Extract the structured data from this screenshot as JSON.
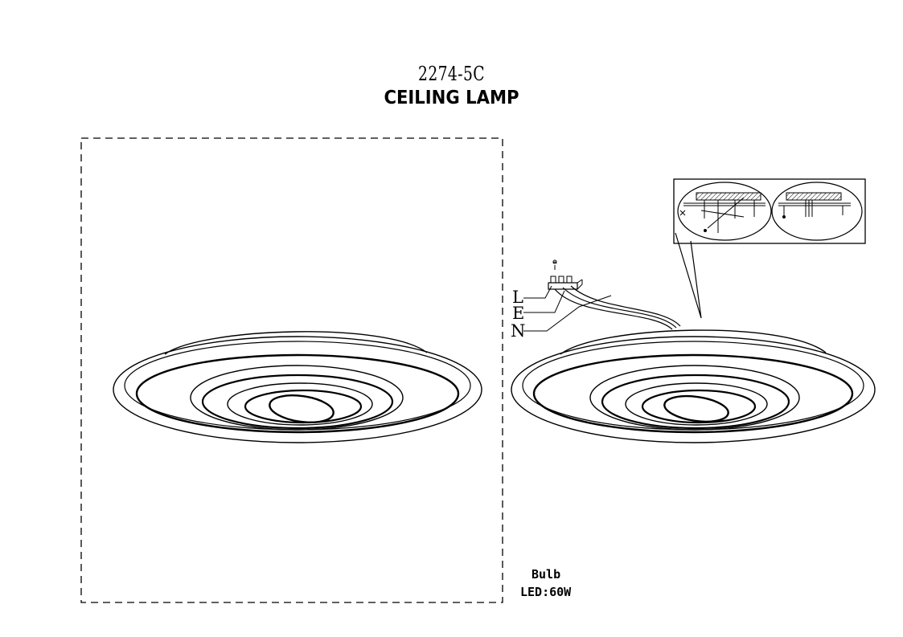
{
  "header": {
    "model": "2274-5C",
    "product": "CEILING LAMP"
  },
  "wiring": {
    "live": "L",
    "earth": "E",
    "neutral": "N"
  },
  "bulb": {
    "label": "Bulb",
    "spec": "LED:60W"
  },
  "colors": {
    "line": "#000000",
    "background": "#ffffff"
  }
}
